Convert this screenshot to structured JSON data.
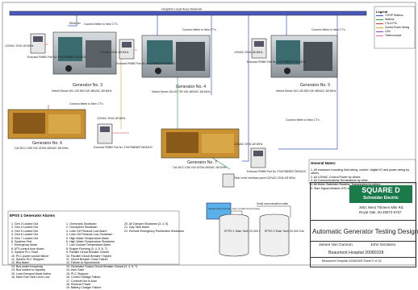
{
  "network_label": "Hospital Local Area Network",
  "ethernet_label": "Ethernet",
  "connect_meter": "Connect Meter to New CT's",
  "power_label": "120VAC 20VA 1Ø 60Hz",
  "generators": [
    {
      "name": "Generator No. 3",
      "meter": "Enclosed PM850 Part No. 9761PM85B0T2M2M2JV",
      "desc": "Detroit Diesel 16V-149 800 KW 480VAC 3Ø 60Hz"
    },
    {
      "name": "Generator No. 4",
      "meter": "Enclosed PM850 Part No. 9761PM85B0T2M2M2JV",
      "desc": "Detroit Diesel 16V-92 750 KW 480VAC 3Ø 60Hz"
    },
    {
      "name": "Generator No. 5",
      "meter": "Enclosed PM850 Part No. 9761PM85B0T2M2M2JV",
      "desc": "Detroit Diesel 16V-149 800 KW 480VAC 3Ø 60Hz"
    },
    {
      "name": "Generator No. 6",
      "meter": "Enclosed PM850 Part No. 9761PM85B0T2M2M2JV",
      "desc": "Cat 3512 1250 KW 1875A 480VAC 3Ø 60Hz"
    },
    {
      "name": "Generator No. 7",
      "meter": "Enclosed PM850 Part No. 9761PM85B0T2M2M2JV",
      "desc": "Cat 3512 1250 KW 1875A 480VAC 3Ø 60Hz"
    }
  ],
  "tank_panel": "Tank Level Interface panel 120VAC 20VA 1Ø 60Hz",
  "tank_monitor": "Veeder Root Control - Sent to Main Powerhouse",
  "serial_label": "Serial communication cable",
  "tanks": [
    {
      "name": "EPSS 1 Main Tank 20,000 Gal."
    },
    {
      "name": "EPSS 2 Main Tank 20,000 Gal."
    }
  ],
  "legend": {
    "title": "Legend",
    "items": [
      {
        "label": "TCP/IP Modbus",
        "color": "#3a55c8"
      },
      {
        "label": "Modbus",
        "color": "#2e9a3a"
      },
      {
        "label": "CTs & PTs",
        "color": "#d8352a"
      },
      {
        "label": "Control Power Wiring",
        "color": "#e0a020"
      },
      {
        "label": "LON",
        "color": "#8a3cc0"
      },
      {
        "label": "Thermocouple",
        "color": "#e06a9a"
      }
    ]
  },
  "alarms": {
    "title": "EPSS 1 Generator Alarms",
    "col1": [
      "1. Gen 3 Locked Out",
      "2. Gen 4 Locked Out",
      "3. Gen 5 Locked Out",
      "4. Gen 6 Locked Out",
      "5. Gen 7 Locked Out",
      "6. Systems Test",
      "7. Emergency Mode",
      "8. ATS control fuse blown",
      "9. System PLC Fault",
      "10. PLC power source failure",
      "11. System PLC Stopped",
      "12. Bus Alarm",
      "13. Bus under frequency",
      "14. Bus loaded to capacity",
      "15. Load Demand Mode Active",
      "16. Main Fuel Tank Level Low"
    ],
    "col2": [
      "1. Overcrank Shutdown",
      "2. Overspeed Shutdown",
      "3. Lube Oil Pressure Low Alarm",
      "4. Lube Oil Pressure Low Shutdown",
      "5. High Water Temperature Alarm",
      "6. High Water Temperature Shutdown",
      "7. Low Coolant Temperature Alarm",
      "8. Engine Running (3, 4, 5, 6, 7)",
      "9. Parallel Circuit Breaker Closed",
      "10. Parallel Circuit Breaker Tripped",
      "11. Circuit Breaker Close Failure",
      "12. Failure to Synchronize",
      "13. Generator Output Circuit Breaker Closed (3, 4, 5, 7)",
      "14. Auto Start",
      "15. PLC Stopped",
      "16. Control Voltage Failure",
      "17. Controls Not in Auto",
      "18. Reverse Power",
      "19. Battery Charger Failure"
    ],
    "col3": [
      "20. Air Damper Shutdown (3, 4, 5)",
      "21. Day Tank Alarm",
      "22. Remote Emergency Pushbutton Shutdown"
    ]
  },
  "notes": {
    "title": "General Notes:",
    "items": [
      "1. All enclosure mounting field wiring, control / digital I/O and power wiring by others.",
      "2. All 120VAC Control Power by others.",
      "3. All Communications Terminations by other.",
      "4. All Hubs, Switches, Routers, Transceivers by others",
      "5. Start Signal between ATS and Generator must be Hardwire"
    ]
  },
  "title_block": {
    "logo_line1": "SQUARE D",
    "logo_line2": "Schneider Electric",
    "address1": "3601 West Thirteen Mile Rd.",
    "address2": "Royal Oak, MI 48073-6757",
    "drawing_title": "Automatic Generator Testing Design",
    "engineer1": "James Van Cannon",
    "engineer2": "John Girolamo",
    "project": "Beaumont Hospital 20080328",
    "sheet": "Beaumont Hospital 20080328 Sheet 2 of 16"
  }
}
